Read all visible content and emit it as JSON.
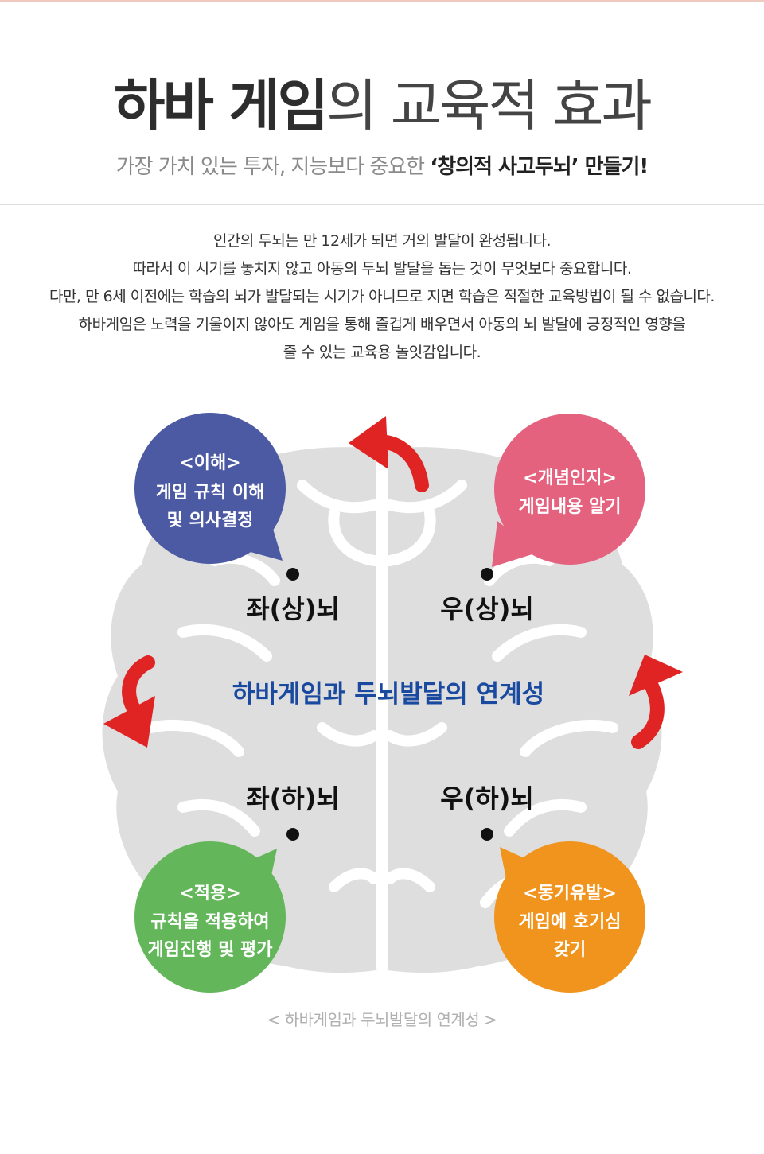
{
  "header": {
    "title_bold": "하바 게임",
    "title_light": "의 교육적 효과",
    "subtitle_plain": "가장 가치 있는 투자,  지능보다 중요한",
    "subtitle_em": "‘창의적 사고두뇌’ 만들기!"
  },
  "intro": {
    "lines": [
      "인간의 두뇌는 만 12세가 되면 거의 발달이 완성됩니다.",
      "따라서 이 시기를 놓치지 않고 아동의 두뇌 발달을 돕는 것이 무엇보다 중요합니다.",
      "다만, 만 6세 이전에는 학습의 뇌가 발달되는 시기가 아니므로 지면 학습은 적절한 교육방법이 될 수 없습니다.",
      "하바게임은 노력을 기울이지 않아도 게임을 통해 즐겁게 배우면서 아동의 뇌 발달에 긍정적인 영향을",
      "줄 수 있는 교육용 놀잇감입니다."
    ]
  },
  "diagram": {
    "center_label": "하바게임과 두뇌발달의 연계성",
    "quadrants": {
      "top_left": {
        "brain_label": "좌(상)뇌",
        "title": "<이해>",
        "line1": "게임 규칙 이해",
        "line2": "및 의사결정",
        "color": "#4c5aa3"
      },
      "top_right": {
        "brain_label": "우(상)뇌",
        "title": "<개념인지>",
        "line1": "게임내용 알기",
        "line2": "",
        "color": "#e5627f"
      },
      "bottom_left": {
        "brain_label": "좌(하)뇌",
        "title": "<적용>",
        "line1": "규칙을 적용하여",
        "line2": "게임진행 및 평가",
        "color": "#63b75a"
      },
      "bottom_right": {
        "brain_label": "우(하)뇌",
        "title": "<동기유발>",
        "line1": "게임에 호기심",
        "line2": "갖기",
        "color": "#f0941e"
      }
    },
    "center_color": "#1a4aa0",
    "arrow_color": "#e02424",
    "brain_color": "#dedede"
  },
  "caption": "< 하바게임과 두뇌발달의 연계성 >"
}
